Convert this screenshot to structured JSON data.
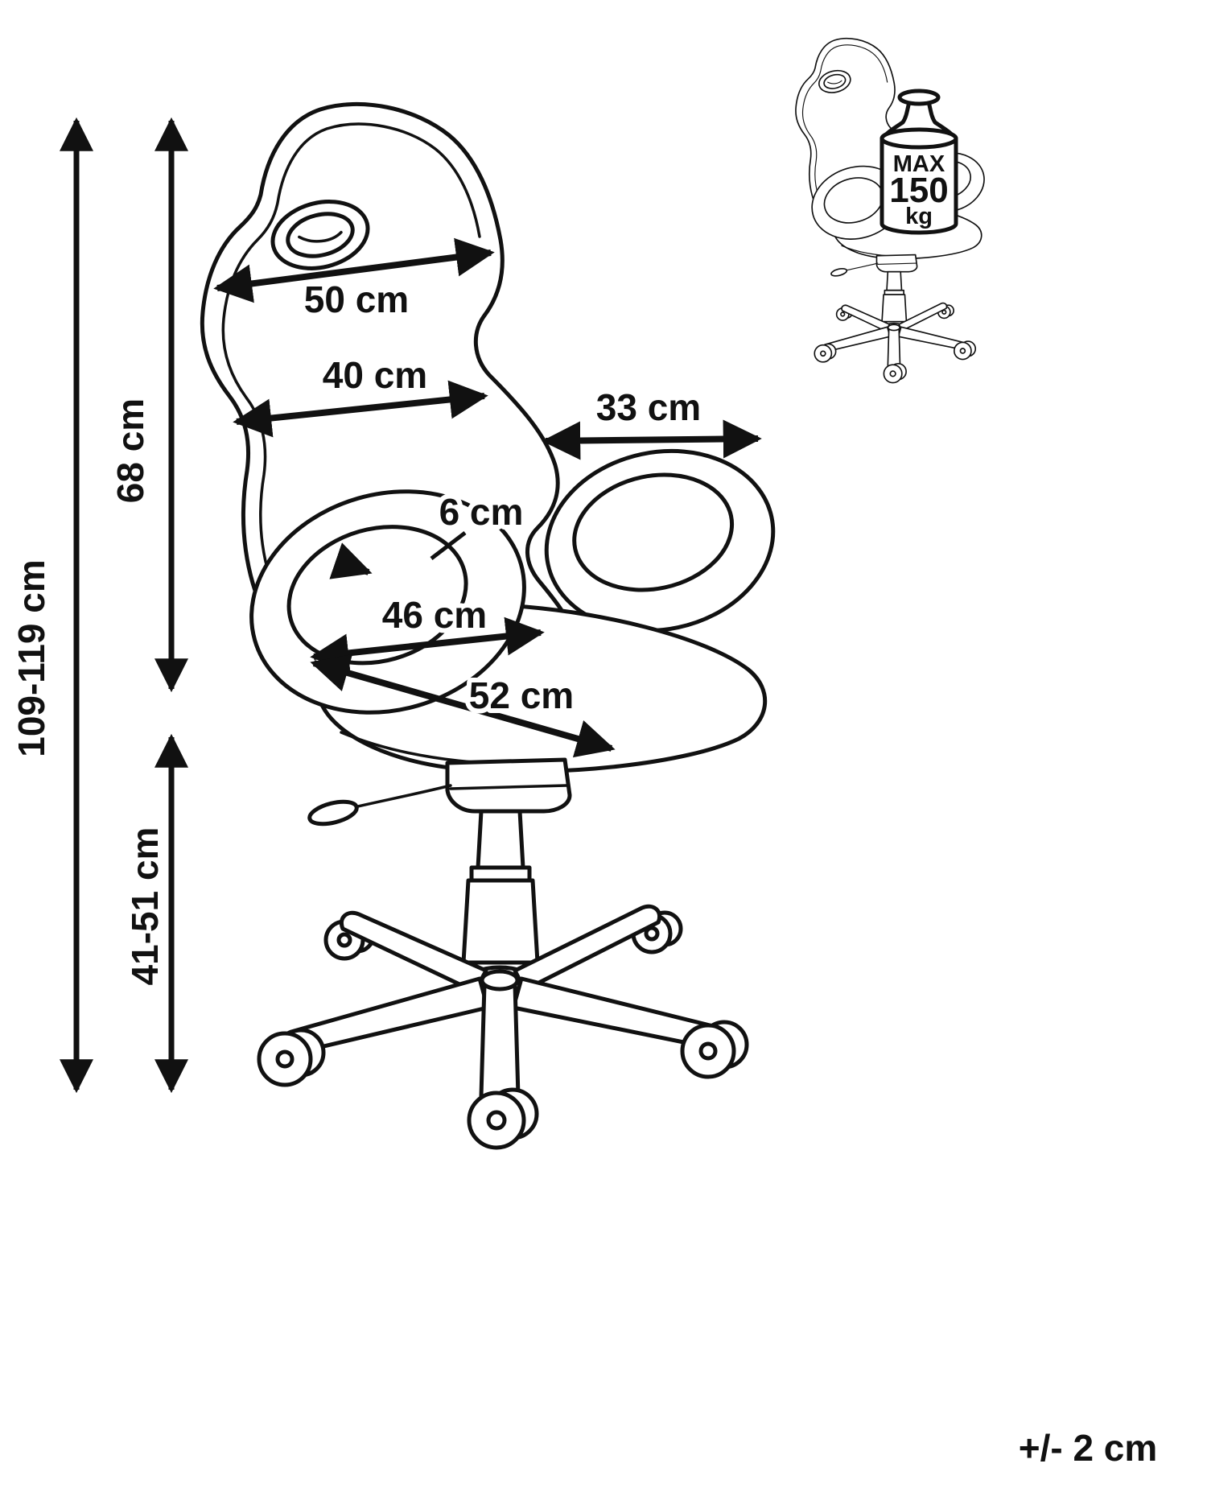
{
  "diagram": {
    "tolerance_label": "+/- 2 cm",
    "max_load": {
      "line1": "MAX",
      "line2": "150",
      "line3": "kg"
    },
    "dimensions": {
      "total_height": "109-119 cm",
      "backrest_height": "68 cm",
      "seat_height_range": "41-51 cm",
      "backrest_top_width": "50 cm",
      "backrest_mid_width": "40 cm",
      "armrest_depth": "33 cm",
      "armrest_thickness": "6 cm",
      "seat_width": "46 cm",
      "seat_depth": "52 cm"
    },
    "colors": {
      "line": "#111111",
      "background": "#ffffff"
    }
  }
}
